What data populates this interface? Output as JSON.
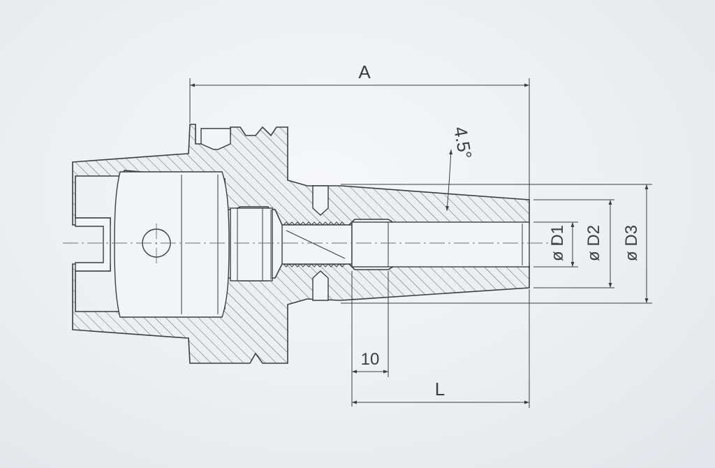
{
  "drawing": {
    "type": "technical-cross-section",
    "subject": "HSK shrink-fit tool holder",
    "colors": {
      "background": "#eceef1",
      "line": "#3a3d42",
      "hatch": "#5b5f66",
      "centerline": "#6a6e74"
    },
    "dimensions": {
      "a_label": "A",
      "l_label": "L",
      "ten_label": "10",
      "d1_label": "ø D1",
      "d2_label": "ø D2",
      "d3_label": "ø D3",
      "angle_label": "4.5°"
    }
  }
}
